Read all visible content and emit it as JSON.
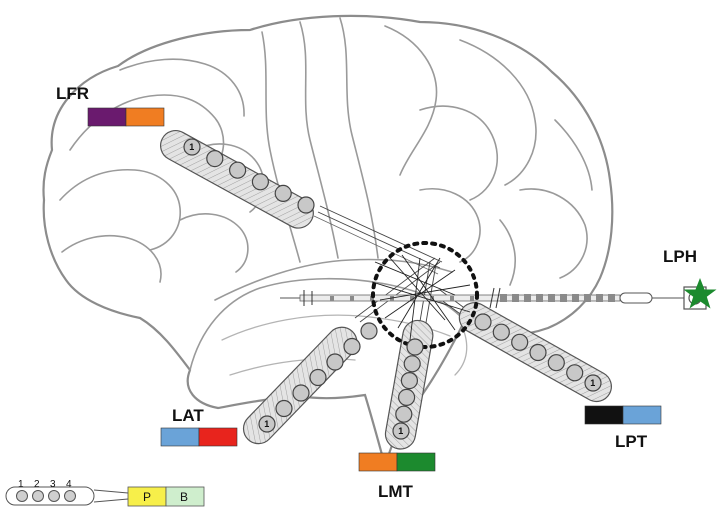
{
  "electrodes": [
    {
      "id": "LFR",
      "label": "LFR",
      "colors": [
        "#6a1a6e",
        "#f07d22"
      ],
      "contact_number": "1",
      "contacts": 6
    },
    {
      "id": "LAT",
      "label": "LAT",
      "colors": [
        "#6aa3d8",
        "#e8241d"
      ],
      "contact_number": "1",
      "contacts": 7
    },
    {
      "id": "LMT",
      "label": "LMT",
      "colors": [
        "#f07d22",
        "#1c8a2e"
      ],
      "contact_number": "1",
      "contacts": 6
    },
    {
      "id": "LPT",
      "label": "LPT",
      "colors": [
        "#111111",
        "#6aa3d8"
      ],
      "contact_number": "1",
      "contacts": 7
    },
    {
      "id": "LPH",
      "label": "LPH",
      "marker_color": "#1c8a2e",
      "marker": "star-icon"
    }
  ],
  "key": {
    "contact_numbers": [
      "1",
      "2",
      "3",
      "4"
    ],
    "boxes": [
      {
        "label": "P",
        "color": "#f7ef4a"
      },
      {
        "label": "B",
        "color": "#cfeecd"
      }
    ]
  },
  "target_ring": {
    "style": "dotted",
    "color": "#111111"
  }
}
